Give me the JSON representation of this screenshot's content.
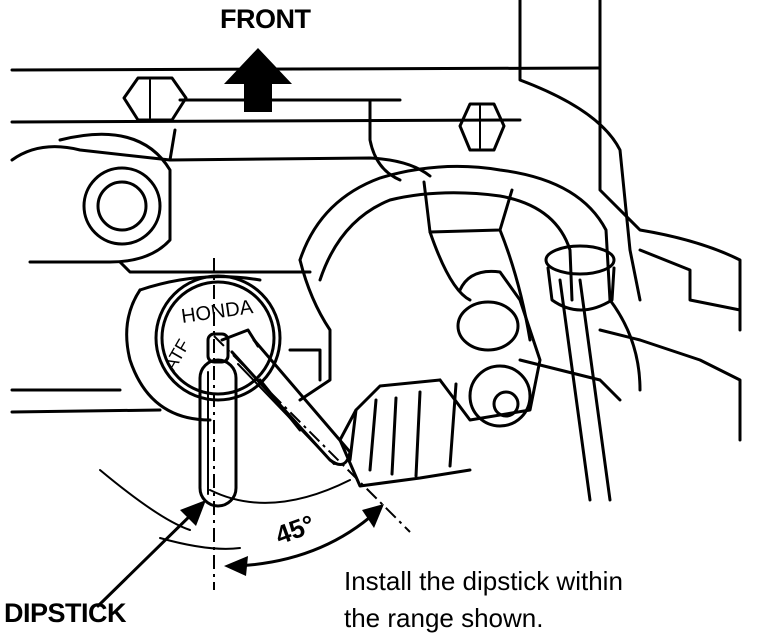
{
  "labels": {
    "front": "FRONT",
    "dipstick": "DIPSTICK",
    "angle": "45°",
    "instruction_line1": "Install the dipstick within",
    "instruction_line2": "the range shown."
  },
  "cap_text": {
    "brand": "HONDA",
    "fluid": "ATF"
  },
  "colors": {
    "ink": "#000000",
    "paper": "#ffffff"
  }
}
